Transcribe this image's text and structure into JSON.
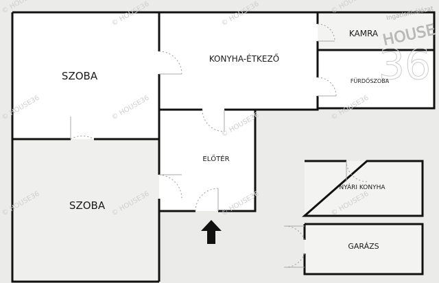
{
  "rooms": {
    "szoba1": "SZOBA",
    "szoba2": "SZOBA",
    "konyha": "KONYHA-ÉTKEZŐ",
    "kamra": "KAMRA",
    "furdo": "FÜRDŐSZOBA",
    "eloter": "ELŐTÉR",
    "nyari": "NYÁRI KONYHA",
    "garazs": "GARÁZS"
  },
  "watermark": "© HOUSE36",
  "logo": {
    "line1": "Ingatlanhálózat",
    "line2": "HOUSE",
    "line3": "36"
  },
  "entrance_icon": "arrow-up-icon"
}
